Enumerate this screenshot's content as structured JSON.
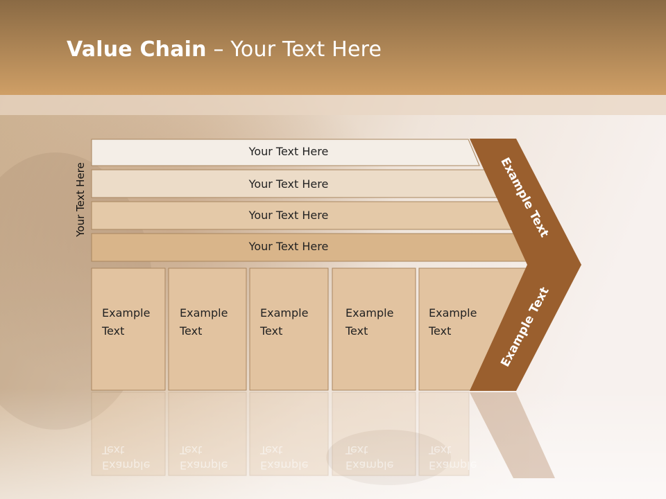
{
  "slide": {
    "title_bold": "Value Chain",
    "title_rest": " – Your Text Here",
    "side_label": "Your Text Here"
  },
  "rows": [
    {
      "label": "Your Text Here"
    },
    {
      "label": "Your Text Here"
    },
    {
      "label": "Your Text Here"
    },
    {
      "label": "Your Text Here"
    }
  ],
  "columns": [
    {
      "line1": "Example",
      "line2": "Text"
    },
    {
      "line1": "Example",
      "line2": "Text"
    },
    {
      "line1": "Example",
      "line2": "Text"
    },
    {
      "line1": "Example",
      "line2": "Text"
    },
    {
      "line1": "Example",
      "line2": "Text"
    }
  ],
  "chevron": {
    "upper_label": "Example Text",
    "lower_label": "Example Text"
  },
  "colors": {
    "header_band": "#c89a62",
    "chevron": "#9a5f2e",
    "row1": "#f4eee7",
    "row2": "#ecdcc8",
    "row3": "#e4c9a8",
    "row4": "#d9b58a",
    "column_fill": "#e2c3a0"
  }
}
